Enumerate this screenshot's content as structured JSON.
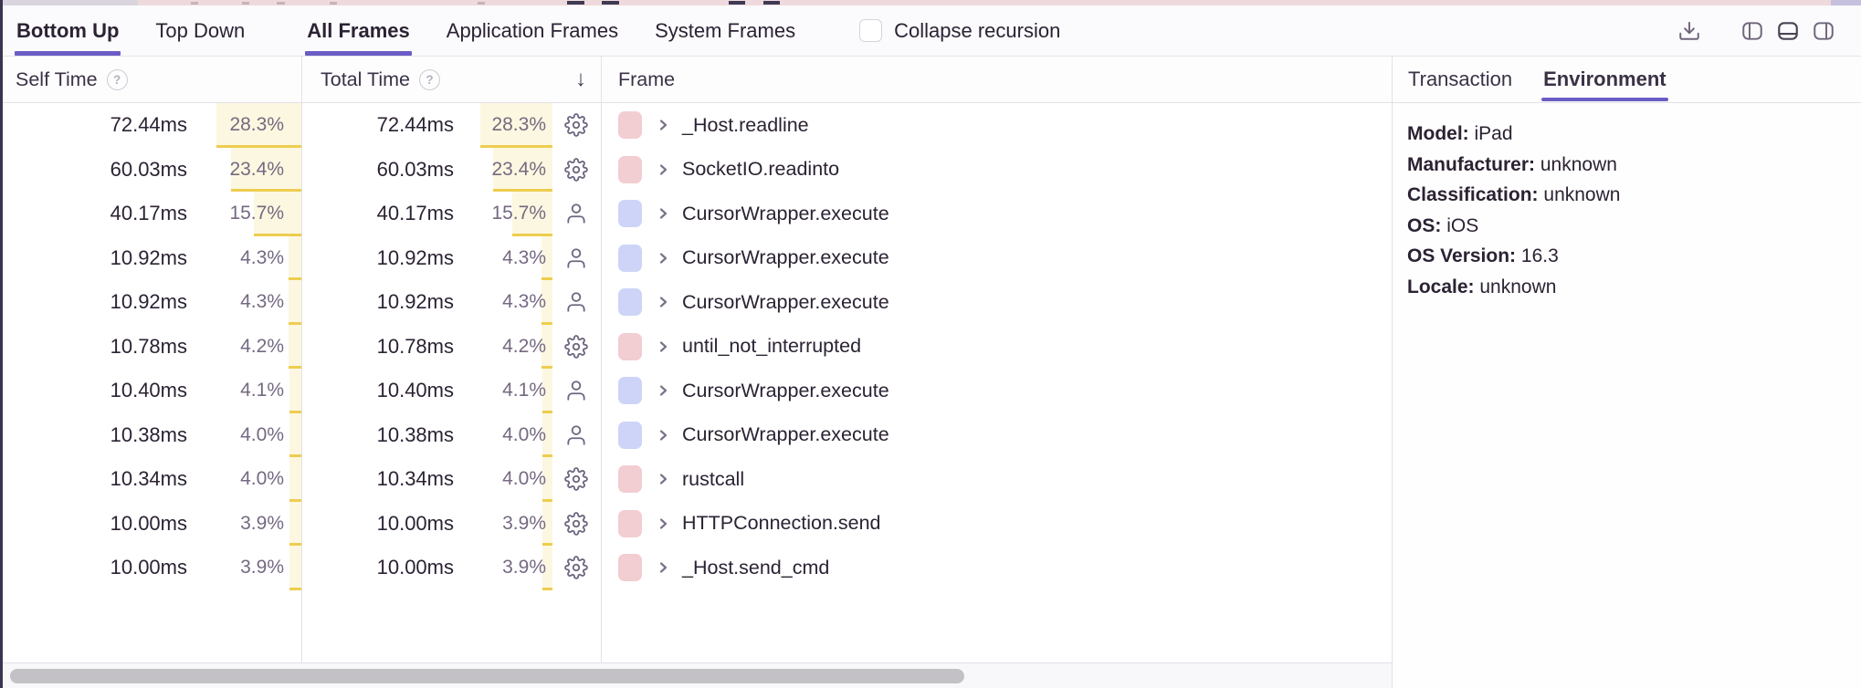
{
  "toolbar": {
    "tabs": [
      {
        "label": "Bottom Up",
        "active": true
      },
      {
        "label": "Top Down",
        "active": false
      },
      {
        "label": "All Frames",
        "active": true
      },
      {
        "label": "Application Frames",
        "active": false
      },
      {
        "label": "System Frames",
        "active": false
      }
    ],
    "collapse_label": "Collapse recursion",
    "collapse_checked": false,
    "icons": [
      "download-icon",
      "panel-left-icon",
      "panel-bottom-icon",
      "panel-right-icon"
    ]
  },
  "table": {
    "columns": {
      "self": "Self Time",
      "total": "Total Time",
      "frame": "Frame",
      "help_glyph": "?",
      "sort_arrow": "↓"
    },
    "rows": [
      {
        "self_ms": "72.44ms",
        "self_pct": "28.3%",
        "total_ms": "72.44ms",
        "total_pct": "28.3%",
        "icon": "gear",
        "swatch": "pink",
        "frame": "_Host.readline"
      },
      {
        "self_ms": "60.03ms",
        "self_pct": "23.4%",
        "total_ms": "60.03ms",
        "total_pct": "23.4%",
        "icon": "gear",
        "swatch": "pink",
        "frame": "SocketIO.readinto"
      },
      {
        "self_ms": "40.17ms",
        "self_pct": "15.7%",
        "total_ms": "40.17ms",
        "total_pct": "15.7%",
        "icon": "user",
        "swatch": "blue",
        "frame": "CursorWrapper.execute"
      },
      {
        "self_ms": "10.92ms",
        "self_pct": "4.3%",
        "total_ms": "10.92ms",
        "total_pct": "4.3%",
        "icon": "user",
        "swatch": "blue",
        "frame": "CursorWrapper.execute"
      },
      {
        "self_ms": "10.92ms",
        "self_pct": "4.3%",
        "total_ms": "10.92ms",
        "total_pct": "4.3%",
        "icon": "user",
        "swatch": "blue",
        "frame": "CursorWrapper.execute"
      },
      {
        "self_ms": "10.78ms",
        "self_pct": "4.2%",
        "total_ms": "10.78ms",
        "total_pct": "4.2%",
        "icon": "gear",
        "swatch": "pink",
        "frame": "until_not_interrupted"
      },
      {
        "self_ms": "10.40ms",
        "self_pct": "4.1%",
        "total_ms": "10.40ms",
        "total_pct": "4.1%",
        "icon": "user",
        "swatch": "blue",
        "frame": "CursorWrapper.execute"
      },
      {
        "self_ms": "10.38ms",
        "self_pct": "4.0%",
        "total_ms": "10.38ms",
        "total_pct": "4.0%",
        "icon": "user",
        "swatch": "blue",
        "frame": "CursorWrapper.execute"
      },
      {
        "self_ms": "10.34ms",
        "self_pct": "4.0%",
        "total_ms": "10.34ms",
        "total_pct": "4.0%",
        "icon": "gear",
        "swatch": "pink",
        "frame": "rustcall"
      },
      {
        "self_ms": "10.00ms",
        "self_pct": "3.9%",
        "total_ms": "10.00ms",
        "total_pct": "3.9%",
        "icon": "gear",
        "swatch": "pink",
        "frame": "HTTPConnection.send"
      },
      {
        "self_ms": "10.00ms",
        "self_pct": "3.9%",
        "total_ms": "10.00ms",
        "total_pct": "3.9%",
        "icon": "gear",
        "swatch": "pink",
        "frame": "_Host.send_cmd"
      }
    ]
  },
  "side_panel": {
    "tabs": [
      {
        "label": "Transaction",
        "active": false
      },
      {
        "label": "Environment",
        "active": true
      }
    ],
    "environment": {
      "fields": [
        {
          "label": "Model:",
          "value": "iPad"
        },
        {
          "label": "Manufacturer:",
          "value": "unknown"
        },
        {
          "label": "Classification:",
          "value": "unknown"
        },
        {
          "label": "OS:",
          "value": "iOS"
        },
        {
          "label": "OS Version:",
          "value": "16.3"
        },
        {
          "label": "Locale:",
          "value": "unknown"
        }
      ]
    }
  },
  "colors": {
    "accent_purple": "#6a5cc5",
    "highlight_yellow_bg": "#fcf7e0",
    "highlight_yellow_border": "#eecd4f",
    "system_frame_pink": "#f2cdd1",
    "application_frame_blue": "#cdd4f7",
    "text_primary": "#2b2233",
    "text_secondary": "#756982"
  }
}
